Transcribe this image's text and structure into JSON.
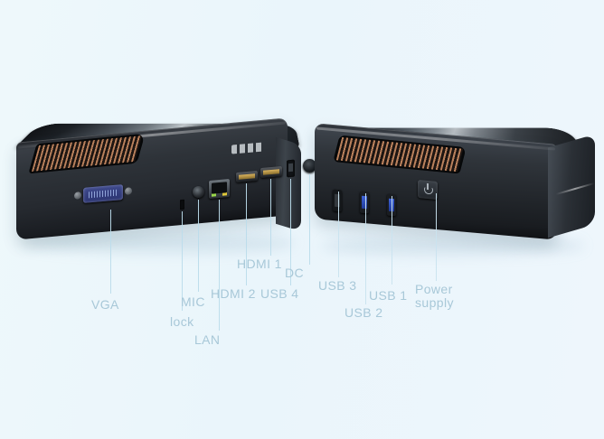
{
  "scene": {
    "background_color": "#ecf6fa",
    "label_color": "#a8c8d8",
    "leader_line_color": "#bcdceb",
    "subject": "mini PC product photo with annotated ports"
  },
  "devices": [
    {
      "id": "left-unit",
      "view": "rear",
      "chassis_color": "#23262b",
      "accent_vent_color": "#c98b63"
    },
    {
      "id": "right-unit",
      "view": "front",
      "chassis_color": "#272b31",
      "accent_port_color": "#3f63d8"
    }
  ],
  "callouts": {
    "left": [
      {
        "id": "vga",
        "label": "VGA"
      },
      {
        "id": "lock",
        "label": "lock"
      },
      {
        "id": "mic",
        "label": "MIC"
      },
      {
        "id": "lan",
        "label": "LAN"
      },
      {
        "id": "hdmi2",
        "label": "HDMI 2"
      },
      {
        "id": "hdmi1",
        "label": "HDMI 1"
      },
      {
        "id": "usb4",
        "label": "USB 4"
      },
      {
        "id": "dc",
        "label": "DC"
      }
    ],
    "right": [
      {
        "id": "usb3",
        "label": "USB 3"
      },
      {
        "id": "usb2",
        "label": "USB 2"
      },
      {
        "id": "usb1",
        "label": "USB 1"
      },
      {
        "id": "power",
        "label_line1": "Power",
        "label_line2": "supply"
      }
    ]
  }
}
